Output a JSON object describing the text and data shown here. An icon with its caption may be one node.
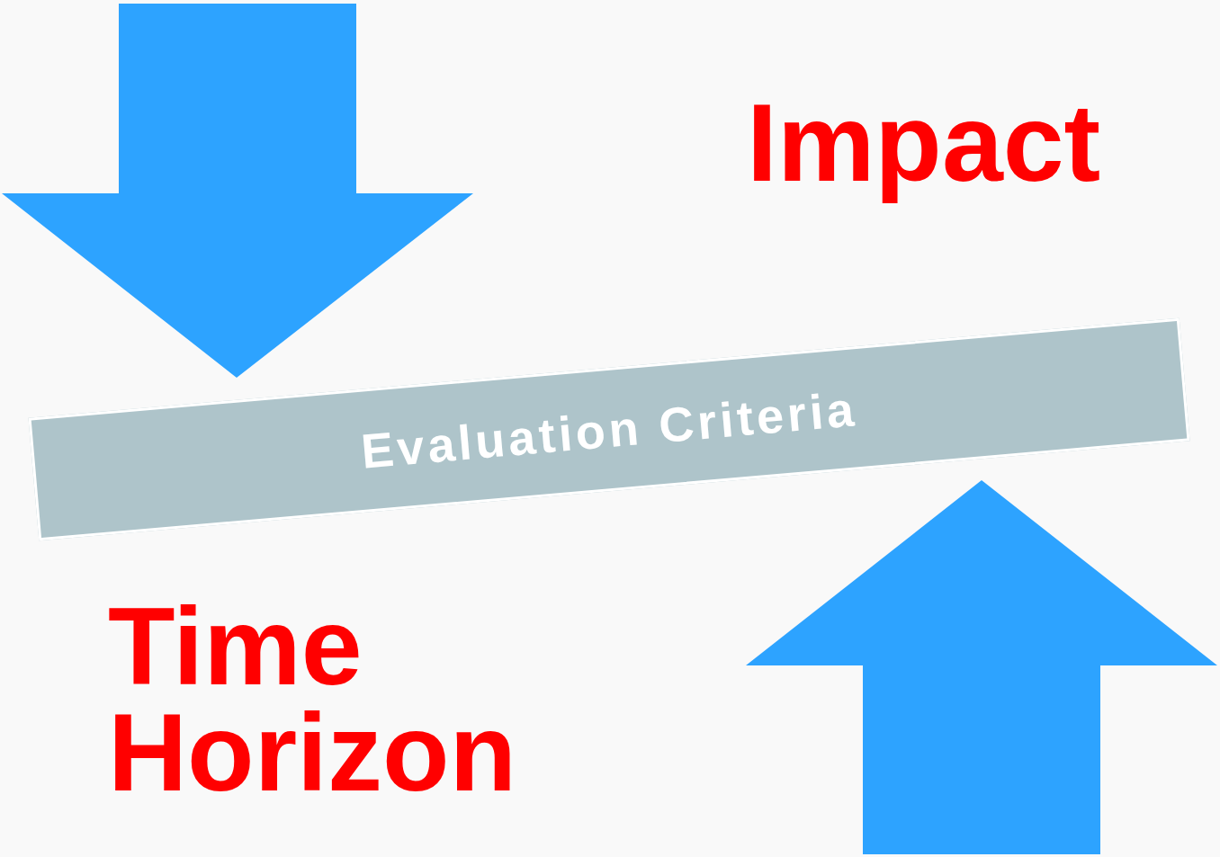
{
  "diagram": {
    "nodes": [
      {
        "text": [
          "Evaluation Criteria"
        ]
      }
    ],
    "edges": [],
    "labels": [
      "Impact",
      "Time Horizon"
    ]
  }
}
